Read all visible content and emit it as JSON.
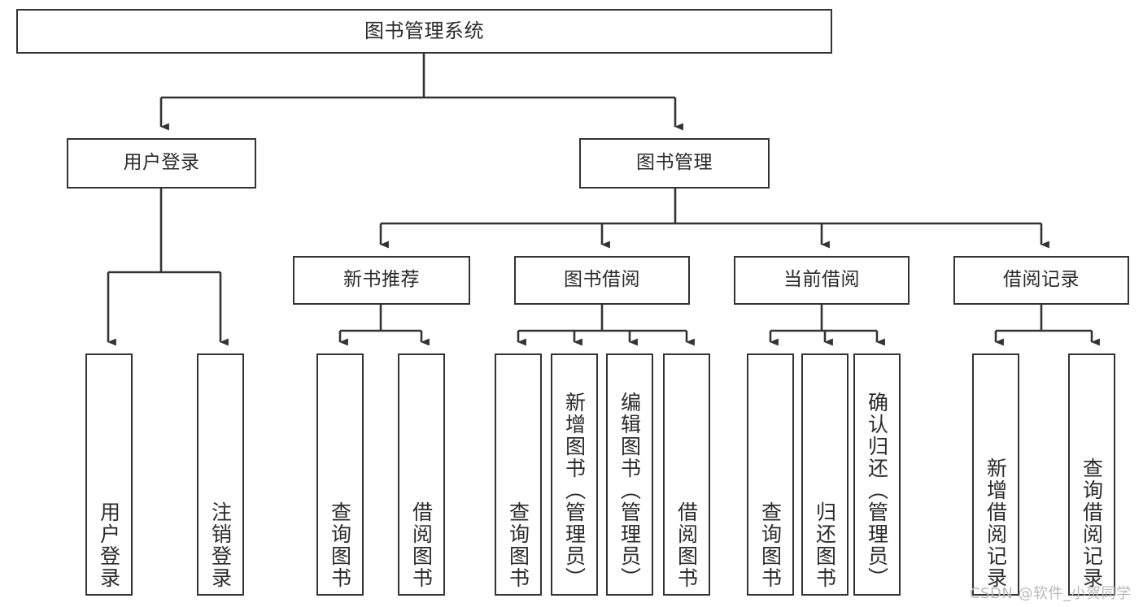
{
  "diagram": {
    "title": "图书管理系统",
    "type": "hierarchy-tree",
    "orientation": "top-down",
    "colors": {
      "box_border": "#333333",
      "box_fill": "#ffffff",
      "connector": "#333333",
      "text": "#2b2b2b",
      "watermark": "#b8b8b8",
      "background": "#ffffff"
    },
    "levels": {
      "level_1": [
        "图书管理系统"
      ],
      "level_2": [
        "用户登录",
        "图书管理"
      ],
      "level_3": [
        "新书推荐",
        "图书借阅",
        "当前借阅",
        "借阅记录"
      ],
      "level_4": [
        "用户登录",
        "注销登录",
        "查询图书",
        "借阅图书",
        "查询图书",
        "新增图书（管理员）",
        "编辑图书（管理员）",
        "借阅图书",
        "查询图书",
        "归还图书",
        "确认归还（管理员）",
        "新增借阅记录",
        "查询借阅记录"
      ]
    },
    "nodes": {
      "root": {
        "label": "图书管理系统"
      },
      "user_login": {
        "label": "用户登录"
      },
      "book_manage": {
        "label": "图书管理"
      },
      "new_book_rec": {
        "label": "新书推荐"
      },
      "book_borrow": {
        "label": "图书借阅"
      },
      "current_borrow": {
        "label": "当前借阅"
      },
      "borrow_record": {
        "label": "借阅记录"
      },
      "leaf_user_login": {
        "label": "用户登录"
      },
      "leaf_logout": {
        "label": "注销登录"
      },
      "leaf_query_book_1": {
        "label": "查询图书"
      },
      "leaf_borrow_book_1": {
        "label": "借阅图书"
      },
      "leaf_query_book_2": {
        "label": "查询图书"
      },
      "leaf_add_book": {
        "label": "新增图书（管理员）"
      },
      "leaf_edit_book": {
        "label": "编辑图书（管理员）"
      },
      "leaf_borrow_book_2": {
        "label": "借阅图书"
      },
      "leaf_query_book_3": {
        "label": "查询图书"
      },
      "leaf_return_book": {
        "label": "归还图书"
      },
      "leaf_confirm_return": {
        "label": "确认归还（管理员）"
      },
      "leaf_add_record": {
        "label": "新增借阅记录"
      },
      "leaf_query_record": {
        "label": "查询借阅记录"
      }
    },
    "edges": [
      {
        "from": "图书管理系统",
        "to": "用户登录"
      },
      {
        "from": "图书管理系统",
        "to": "图书管理"
      },
      {
        "from": "用户登录",
        "to": "用户登录"
      },
      {
        "from": "用户登录",
        "to": "注销登录"
      },
      {
        "from": "图书管理",
        "to": "新书推荐"
      },
      {
        "from": "图书管理",
        "to": "图书借阅"
      },
      {
        "from": "图书管理",
        "to": "当前借阅"
      },
      {
        "from": "图书管理",
        "to": "借阅记录"
      },
      {
        "from": "新书推荐",
        "to": "查询图书"
      },
      {
        "from": "新书推荐",
        "to": "借阅图书"
      },
      {
        "from": "图书借阅",
        "to": "查询图书"
      },
      {
        "from": "图书借阅",
        "to": "新增图书（管理员）"
      },
      {
        "from": "图书借阅",
        "to": "编辑图书（管理员）"
      },
      {
        "from": "图书借阅",
        "to": "借阅图书"
      },
      {
        "from": "当前借阅",
        "to": "查询图书"
      },
      {
        "from": "当前借阅",
        "to": "归还图书"
      },
      {
        "from": "当前借阅",
        "to": "确认归还（管理员）"
      },
      {
        "from": "借阅记录",
        "to": "新增借阅记录"
      },
      {
        "from": "借阅记录",
        "to": "查询借阅记录"
      }
    ]
  },
  "watermark": {
    "text": "CSDN @软件_小贺同学"
  }
}
